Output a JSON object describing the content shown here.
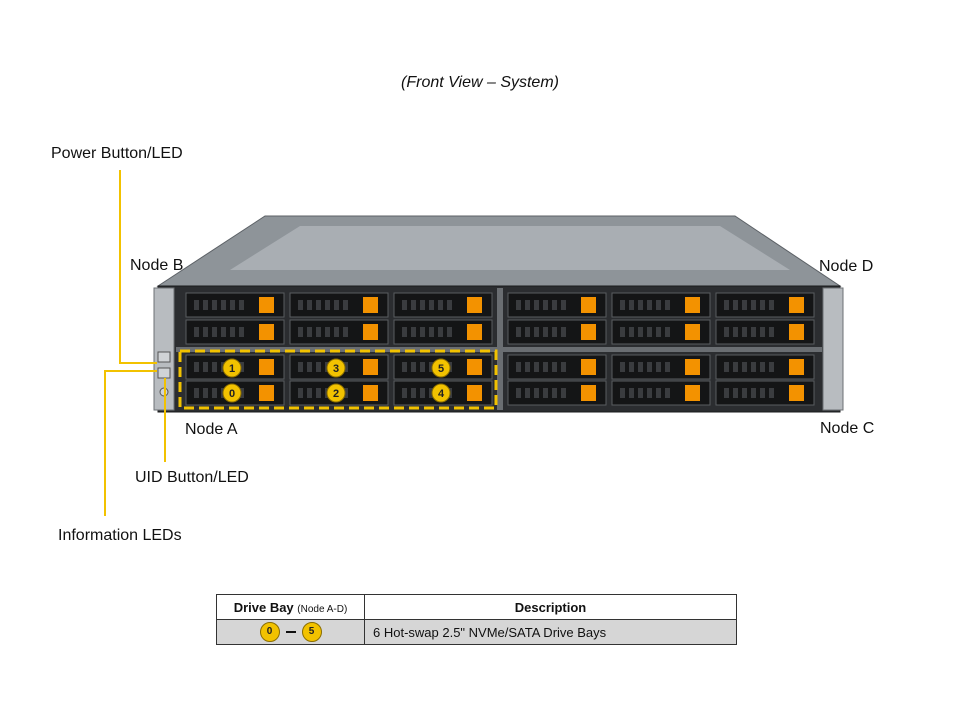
{
  "title": "(Front View – System)",
  "labels": {
    "power_button": "Power Button/LED",
    "node_b": "Node B",
    "node_d": "Node D",
    "node_a": "Node A",
    "node_c": "Node C",
    "uid_button": "UID Button/LED",
    "info_leds": "Information LEDs"
  },
  "drive_bay_numbers": [
    "1",
    "3",
    "5",
    "0",
    "2",
    "4"
  ],
  "colors": {
    "callout": "#f2c200",
    "drive_tab": "#f39200"
  },
  "legend": {
    "header_bay": "Drive Bay",
    "header_bay_note": "(Node A-D)",
    "header_desc": "Description",
    "row_from": "0",
    "row_to": "5",
    "row_desc": "6 Hot-swap 2.5\" NVMe/SATA Drive Bays"
  }
}
